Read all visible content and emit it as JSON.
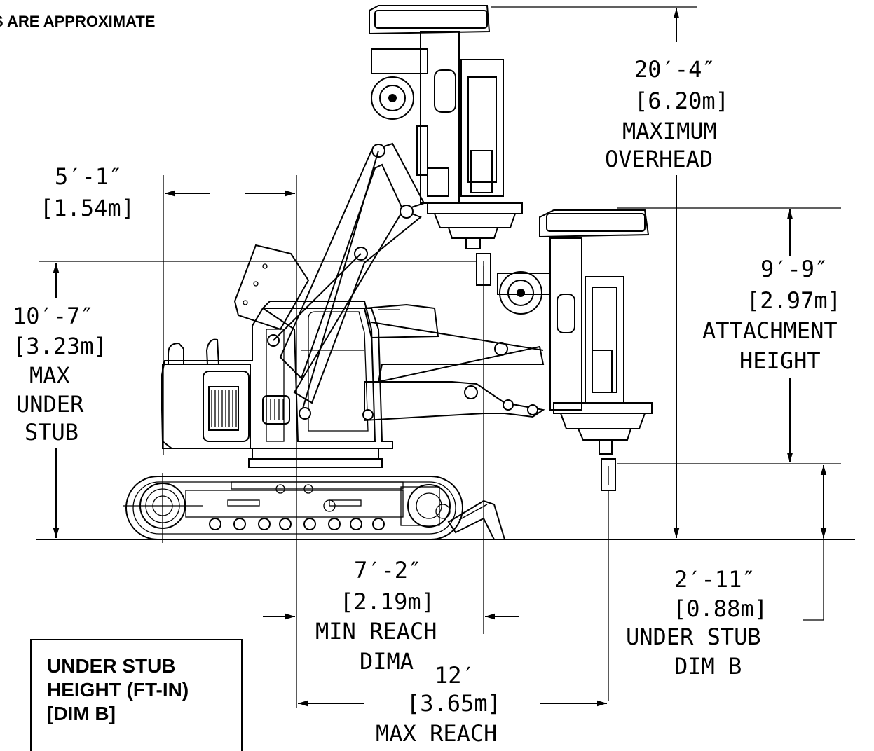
{
  "note": {
    "text": "S ARE APPROXIMATE"
  },
  "table": {
    "line1": "UNDER STUB",
    "line2": "HEIGHT (FT-IN)",
    "line3": "[DIM B]"
  },
  "dimensions": {
    "overhead": {
      "imperial": "20′-4″",
      "metric": "[6.20m]",
      "label1": "MAXIMUM",
      "label2": "OVERHEAD"
    },
    "offset": {
      "imperial": "5′-1″",
      "metric": "[1.54m]"
    },
    "max_under_stub": {
      "imperial": "10′-7″",
      "metric": "[3.23m]",
      "label1": "MAX",
      "label2": "UNDER",
      "label3": "STUB"
    },
    "attachment": {
      "imperial": "9′-9″",
      "metric": "[2.97m]",
      "label1": "ATTACHMENT",
      "label2": "HEIGHT"
    },
    "min_reach": {
      "imperial": "7′-2″",
      "metric": "[2.19m]",
      "label1": "MIN REACH",
      "label2": "DIMA"
    },
    "under_stub_b": {
      "imperial": "2′-11″",
      "metric": "[0.88m]",
      "label1": "UNDER STUB",
      "label2": "DIM B"
    },
    "max_reach": {
      "imperial": "12′",
      "metric": "[3.65m]",
      "label1": "MAX REACH"
    }
  }
}
